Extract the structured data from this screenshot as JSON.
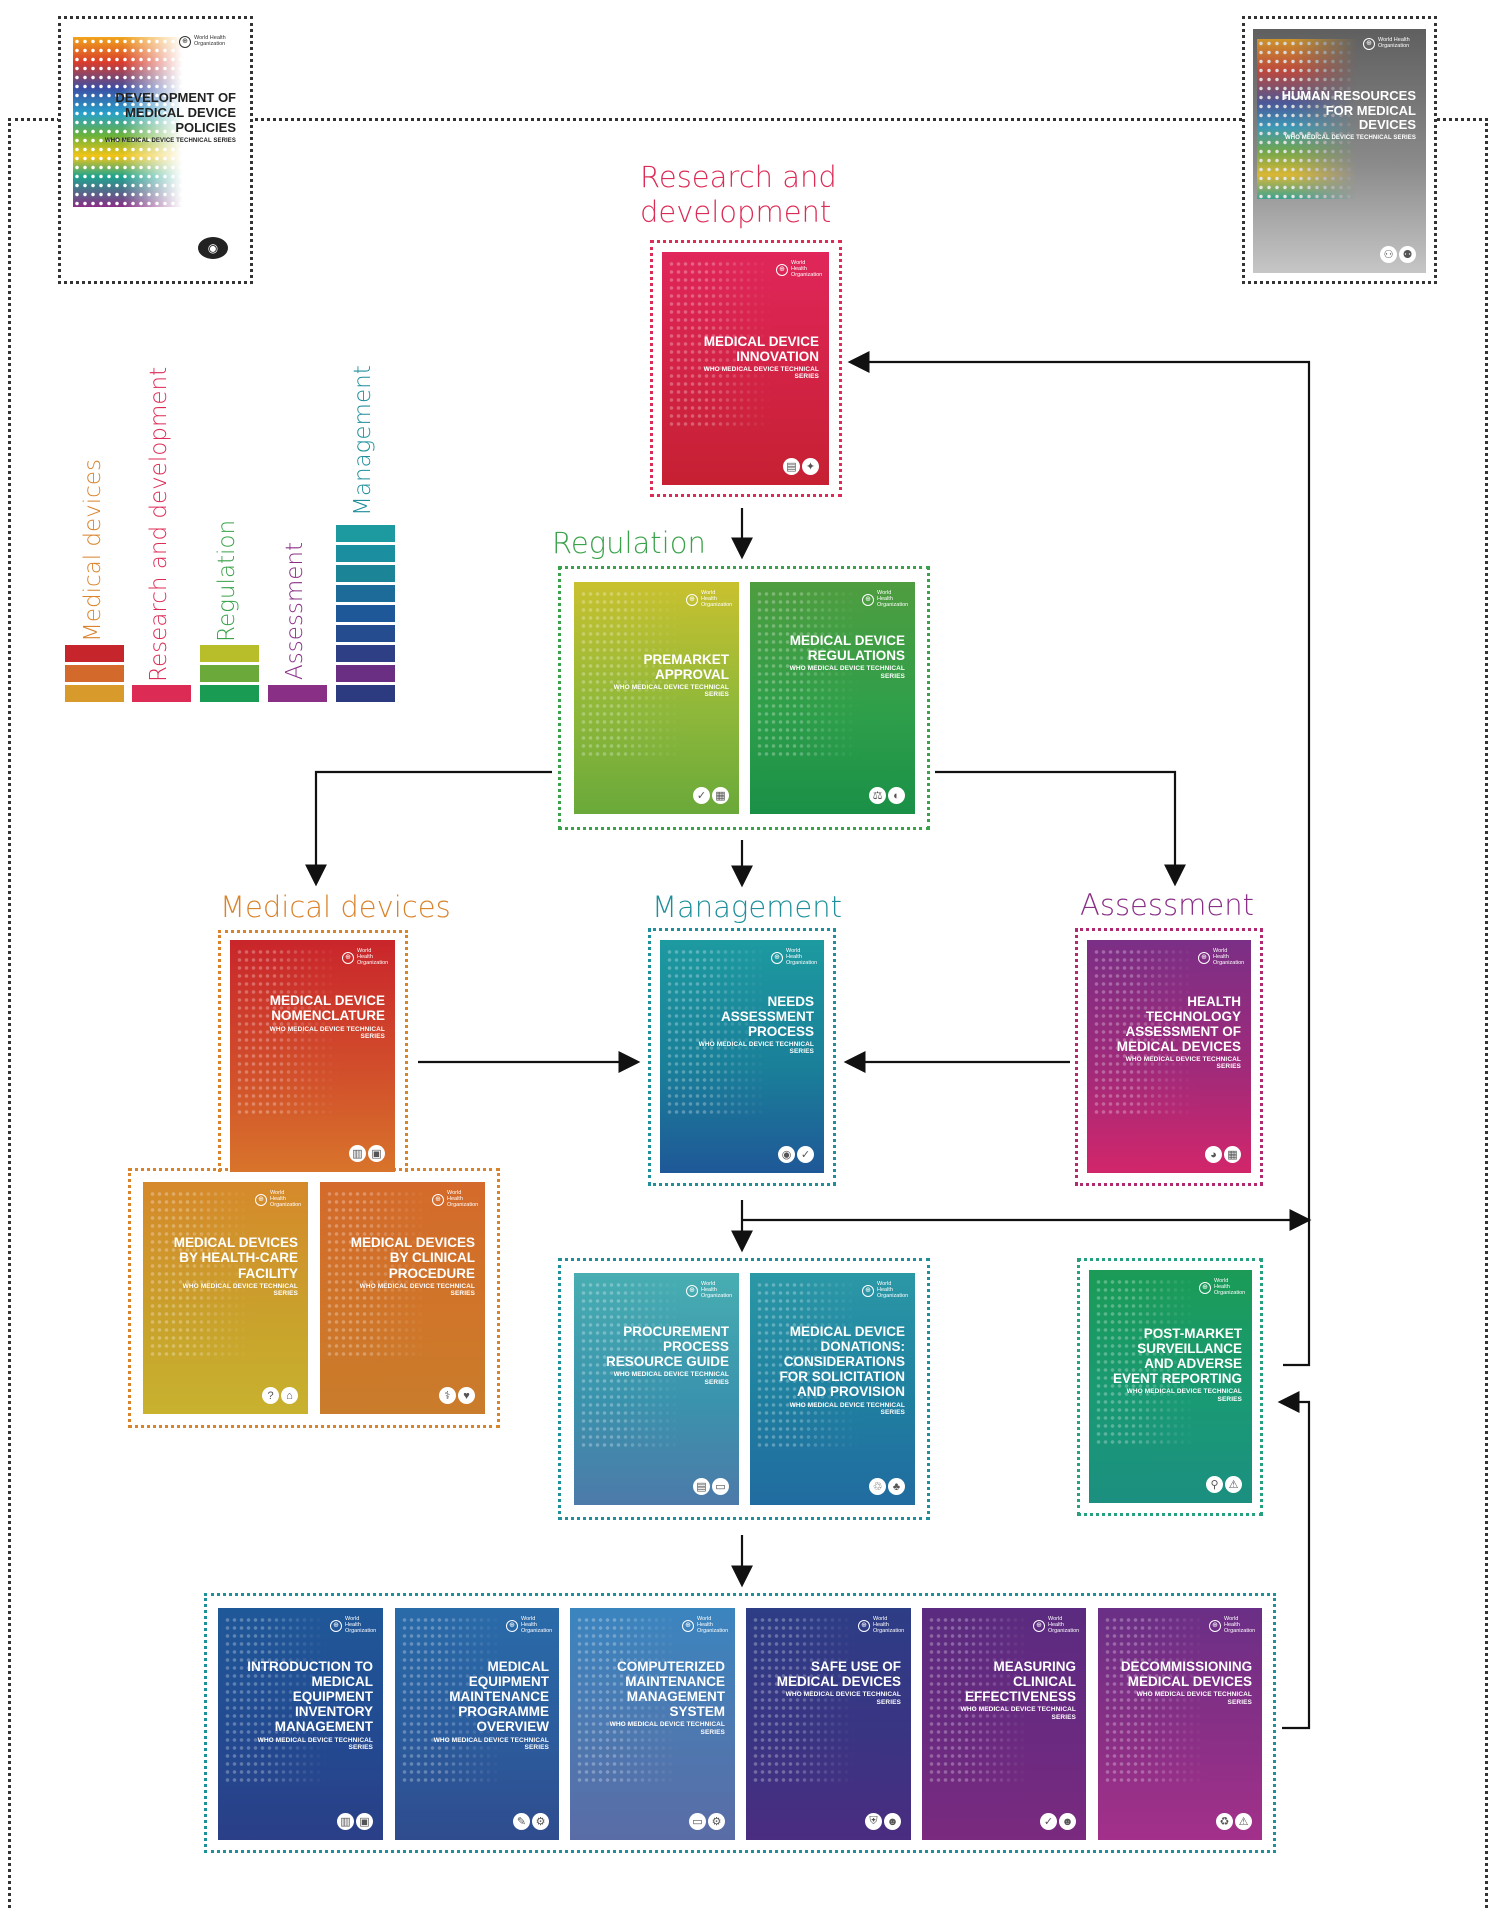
{
  "colors": {
    "research": "#dc2b55",
    "regulation": "#3aa24a",
    "medical_devices": "#d9832b",
    "management": "#1e8f9b",
    "assessment": "#8a2f86",
    "postmarket": "#27a080",
    "frame": "#333333"
  },
  "top_left_cover": {
    "title": "DEVELOPMENT OF MEDICAL DEVICE POLICIES",
    "series": "WHO MEDICAL DEVICE TECHNICAL SERIES",
    "org": "World Health Organization",
    "icon": "policy-people-icon"
  },
  "top_right_cover": {
    "title": "HUMAN RESOURCES FOR MEDICAL DEVICES",
    "series": "WHO MEDICAL DEVICE TECHNICAL SERIES",
    "org": "World Health Organization",
    "icon": "people-network-icon"
  },
  "legend": {
    "labels": [
      "Medical devices",
      "Research and development",
      "Regulation",
      "Assessment",
      "Management"
    ]
  },
  "sections": {
    "research": "Research and development",
    "regulation": "Regulation",
    "medical_devices": "Medical devices",
    "management": "Management",
    "assessment": "Assessment"
  },
  "covers": {
    "innovation": {
      "title": "MEDICAL DEVICE INNOVATION",
      "series": "WHO MEDICAL DEVICE TECHNICAL SERIES",
      "org": "World Health Organization",
      "icon": "lightbulb-icon"
    },
    "premarket": {
      "title": "PREMARKET APPROVAL",
      "series": "WHO MEDICAL DEVICE TECHNICAL SERIES",
      "org": "World Health Organization",
      "icon": "document-check-icon"
    },
    "regulations": {
      "title": "MEDICAL DEVICE REGULATIONS",
      "series": "WHO MEDICAL DEVICE TECHNICAL SERIES",
      "org": "World Health Organization",
      "icon": "gavel-icon"
    },
    "nomenclature": {
      "title": "MEDICAL DEVICE NOMENCLATURE",
      "series": "WHO MEDICAL DEVICE TECHNICAL SERIES",
      "org": "World Health Organization",
      "icon": "barcode-icon"
    },
    "healthcare": {
      "title": "MEDICAL DEVICES BY HEALTH-CARE FACILITY",
      "series": "WHO MEDICAL DEVICE TECHNICAL SERIES",
      "org": "World Health Organization",
      "icon": "hospital-icon"
    },
    "clinical": {
      "title": "MEDICAL DEVICES BY CLINICAL PROCEDURE",
      "series": "WHO MEDICAL DEVICE TECHNICAL SERIES",
      "org": "World Health Organization",
      "icon": "stethoscope-icon"
    },
    "needs": {
      "title": "NEEDS ASSESSMENT PROCESS",
      "series": "WHO MEDICAL DEVICE TECHNICAL SERIES",
      "org": "World Health Organization",
      "icon": "checklist-icon"
    },
    "hta": {
      "title": "HEALTH TECHNOLOGY ASSESSMENT OF MEDICAL DEVICES",
      "series": "WHO MEDICAL DEVICE TECHNICAL SERIES",
      "org": "World Health Organization",
      "icon": "scale-icon"
    },
    "procurement": {
      "title": "PROCUREMENT PROCESS RESOURCE GUIDE",
      "series": "WHO MEDICAL DEVICE TECHNICAL SERIES",
      "org": "World Health Organization",
      "icon": "cart-icon"
    },
    "donations": {
      "title": "MEDICAL DEVICE DONATIONS: CONSIDERATIONS FOR SOLICITATION AND PROVISION",
      "series": "WHO MEDICAL DEVICE TECHNICAL SERIES",
      "org": "World Health Organization",
      "icon": "gift-icon"
    },
    "postmarket": {
      "title": "POST-MARKET SURVEILLANCE AND ADVERSE EVENT REPORTING",
      "series": "WHO MEDICAL DEVICE TECHNICAL SERIES",
      "org": "World Health Organization",
      "icon": "magnifier-icon"
    },
    "inventory": {
      "title": "INTRODUCTION TO MEDICAL EQUIPMENT INVENTORY MANAGEMENT",
      "series": "WHO MEDICAL DEVICE TECHNICAL SERIES",
      "org": "World Health Organization",
      "icon": "inventory-icon"
    },
    "maintenance": {
      "title": "MEDICAL EQUIPMENT MAINTENANCE PROGRAMME OVERVIEW",
      "series": "WHO MEDICAL DEVICE TECHNICAL SERIES",
      "org": "World Health Organization",
      "icon": "wrench-icon"
    },
    "cmms": {
      "title": "COMPUTERIZED MAINTENANCE MANAGEMENT SYSTEM",
      "series": "WHO MEDICAL DEVICE TECHNICAL SERIES",
      "org": "World Health Organization",
      "icon": "computer-icon"
    },
    "safeuse": {
      "title": "SAFE USE OF MEDICAL DEVICES",
      "series": "WHO MEDICAL DEVICE TECHNICAL SERIES",
      "org": "World Health Organization",
      "icon": "shield-icon"
    },
    "effectiveness": {
      "title": "MEASURING CLINICAL EFFECTIVENESS",
      "series": "WHO MEDICAL DEVICE TECHNICAL SERIES",
      "org": "World Health Organization",
      "icon": "chart-icon"
    },
    "decommissioning": {
      "title": "DECOMMISSIONING MEDICAL DEVICES",
      "series": "WHO MEDICAL DEVICE TECHNICAL SERIES",
      "org": "World Health Organization",
      "icon": "warning-icon"
    }
  }
}
